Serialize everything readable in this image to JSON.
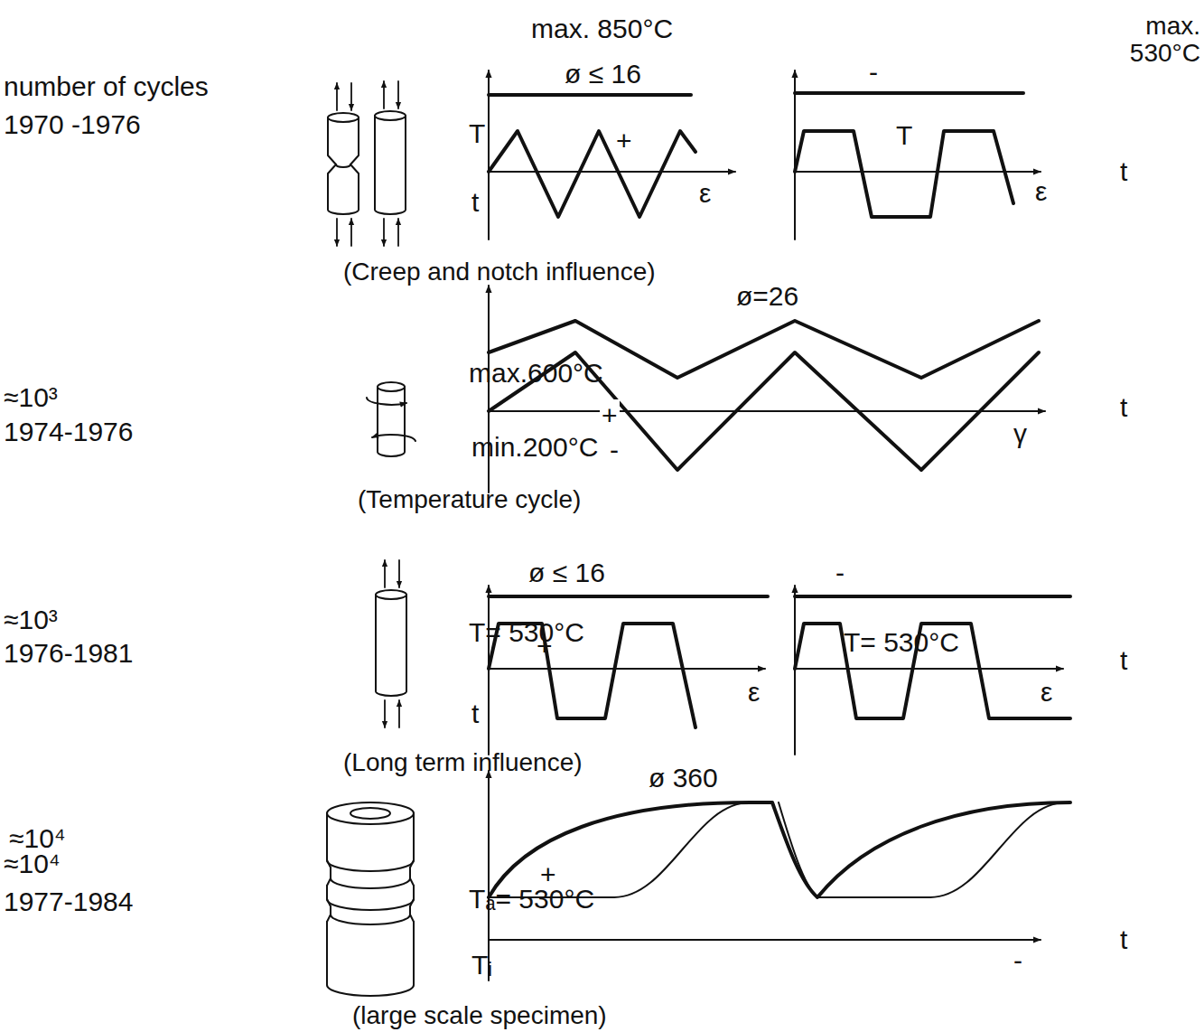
{
  "diagram": {
    "labels": [
      "max. 850°C",
      "max. 530°C",
      "number of cycles",
      "1970 -1976",
      "(Creep and notch influence)",
      "ø ≤ 16",
      "T",
      "+",
      "ε",
      "t",
      "-",
      "T",
      "ε",
      "t",
      "≈10³",
      "1974-1976",
      "(Temperature cycle)",
      "ø=26",
      "max.600°C",
      "+",
      "min.200°C",
      "-",
      "γ",
      "t",
      "≈10³",
      "1976-1981",
      "(Long term influence)",
      "ø ≤ 16",
      "T= 530°C",
      "+",
      "ε",
      "t",
      "-",
      "T= 530°C",
      "ε",
      "t",
      "≈10⁴",
      "1977-1984",
      "(large scale specimen)",
      "ø 360",
      "Tₐ= 530°C",
      "+",
      "Tᵢ",
      "-",
      "t",
      "≈10⁴"
    ]
  }
}
